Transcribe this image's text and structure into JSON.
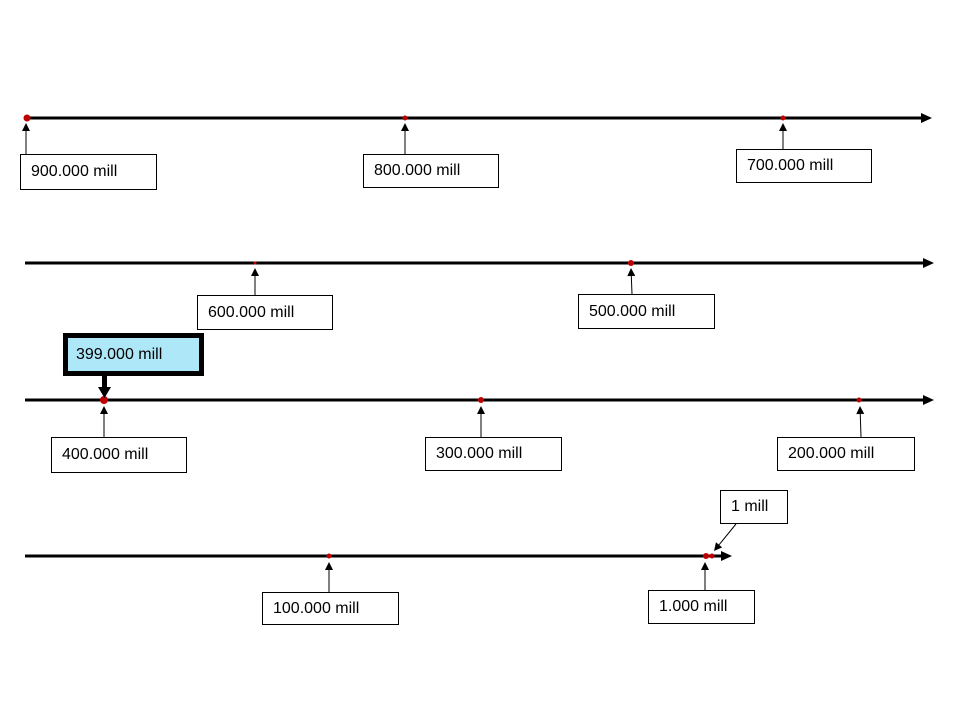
{
  "colors": {
    "line": "#000000",
    "dot": "#c00000",
    "box_border": "#000000",
    "highlight_fill": "#aee8f8"
  },
  "timeline": {
    "rows": [
      {
        "labels": [
          {
            "text": "900.000 mill"
          },
          {
            "text": "800.000 mill"
          },
          {
            "text": "700.000 mill"
          }
        ]
      },
      {
        "labels": [
          {
            "text": "600.000 mill"
          },
          {
            "text": "500.000 mill"
          }
        ]
      },
      {
        "labels": [
          {
            "text": "400.000 mill"
          },
          {
            "text": "300.000 mill"
          },
          {
            "text": "200.000 mill"
          }
        ]
      },
      {
        "labels": [
          {
            "text": "100.000 mill"
          },
          {
            "text": "1.000 mill"
          }
        ]
      }
    ],
    "extra": {
      "text": "1 mill"
    },
    "highlight": {
      "text": "399.000 mill"
    }
  }
}
